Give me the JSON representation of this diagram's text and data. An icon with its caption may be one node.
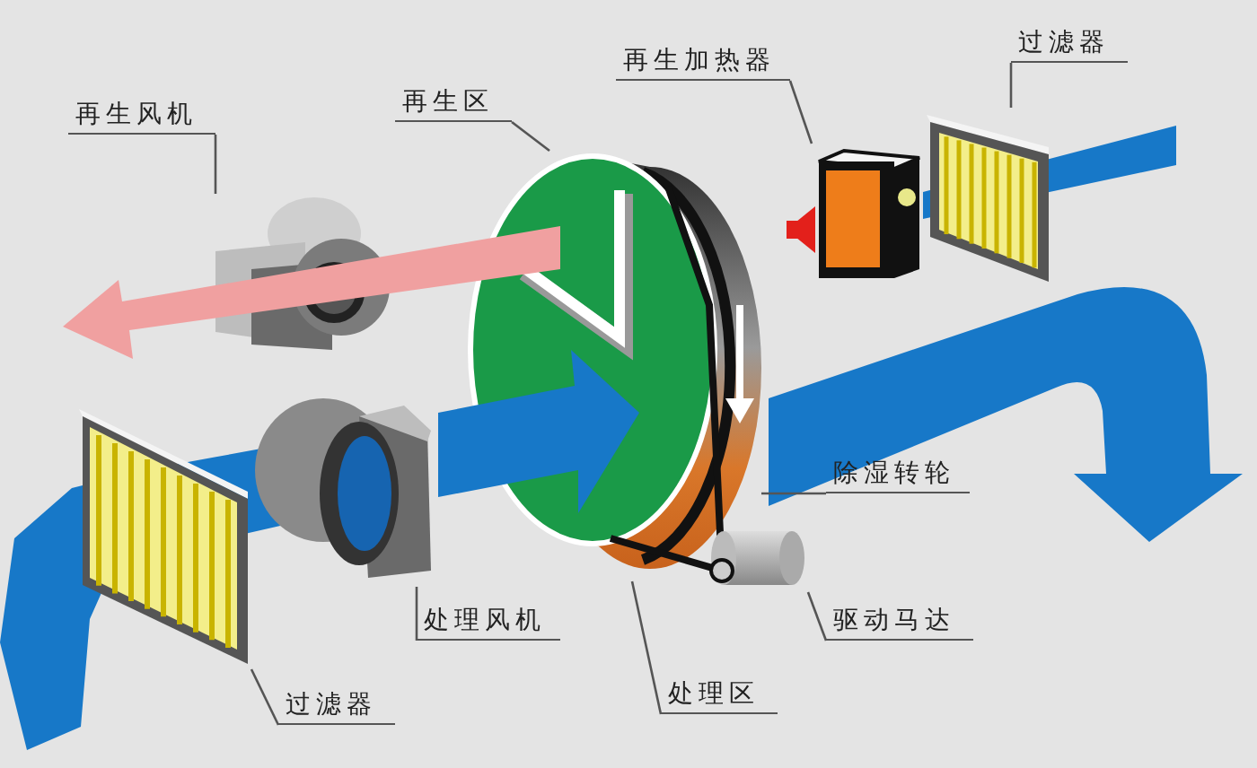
{
  "diagram": {
    "nodes": [
      {
        "text": [
          "再生风机"
        ]
      },
      {
        "text": [
          "再生区"
        ]
      },
      {
        "text": [
          "再生加热器"
        ]
      },
      {
        "text": [
          "过滤器"
        ]
      },
      {
        "text": [
          "除湿转轮"
        ]
      },
      {
        "text": [
          "处理风机"
        ]
      },
      {
        "text": [
          "驱动马达"
        ]
      },
      {
        "text": [
          "过滤器"
        ]
      },
      {
        "text": [
          "处理区"
        ]
      },
      {
        "text": [],
        "shape": "picture"
      },
      {
        "text": [],
        "shape": "picture"
      },
      {
        "text": [],
        "shape": "picture"
      },
      {
        "text": [],
        "shape": "picture"
      },
      {
        "text": [],
        "shape": "picture"
      },
      {
        "text": [],
        "shape": "picture"
      },
      {
        "text": [],
        "shape": "picture"
      }
    ],
    "edges": [
      {
        "from": 0,
        "to": 9,
        "arrow": "none"
      },
      {
        "from": 1,
        "to": 12,
        "arrow": "none"
      },
      {
        "from": 2,
        "to": 10,
        "arrow": "none"
      },
      {
        "from": 3,
        "to": 11,
        "arrow": "none"
      },
      {
        "from": 4,
        "to": 12,
        "arrow": "none"
      },
      {
        "from": 5,
        "to": 13,
        "arrow": "none"
      },
      {
        "from": 6,
        "to": 14,
        "arrow": "none"
      },
      {
        "from": 7,
        "to": 15,
        "arrow": "none"
      },
      {
        "from": 8,
        "to": 12,
        "arrow": "none"
      },
      {
        "from": 10,
        "to": 12,
        "arrow": "to",
        "style": "thick",
        "color": "#e3201b"
      }
    ]
  }
}
